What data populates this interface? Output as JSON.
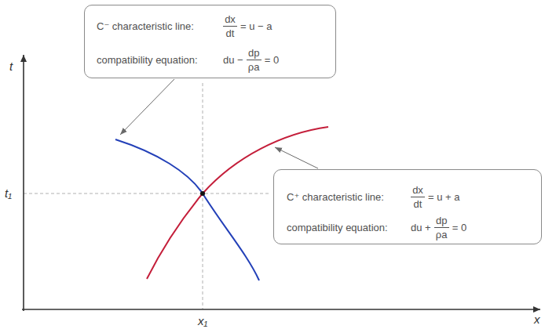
{
  "diagram": {
    "nodes": [
      {
        "text": [
          "C⁻ characteristic line:",
          "dx",
          "dt",
          "= u − a",
          "compatibility equation:",
          "du −",
          "dp",
          "ρa",
          "= 0"
        ]
      },
      {
        "text": [
          "C⁺ characteristic line:",
          "dx",
          "dt",
          "= u + a",
          "compatibility equation:",
          "du +",
          "dp",
          "ρa",
          "= 0"
        ]
      }
    ],
    "labels": [
      "t",
      "t₁",
      "x₁",
      "x"
    ]
  }
}
